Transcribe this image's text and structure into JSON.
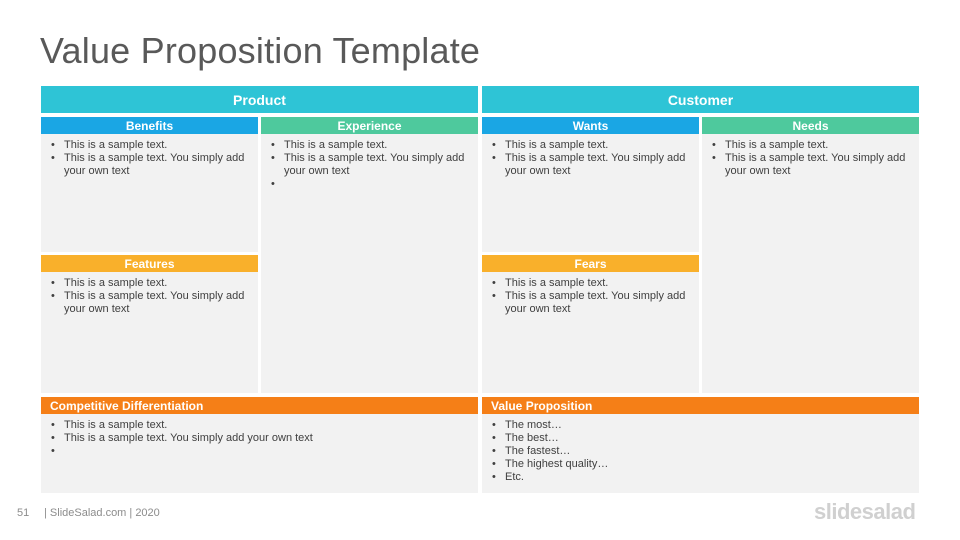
{
  "title": "Value Proposition Template",
  "colors": {
    "cyan": "#2ec4d6",
    "blue": "#1aa6e4",
    "green": "#4ec99d",
    "yellow": "#f9b02b",
    "orange": "#f57f17",
    "panel": "#f2f2f2"
  },
  "product": {
    "label": "Product",
    "benefits": {
      "label": "Benefits",
      "items": [
        "This is a sample text.",
        "This is a sample text. You simply add your own text"
      ]
    },
    "experience": {
      "label": "Experience",
      "items": [
        "This is a sample text.",
        "This is a sample text. You simply add your own text",
        ""
      ]
    },
    "features": {
      "label": "Features",
      "items": [
        "This is a sample text.",
        "This is a sample text. You simply add your own text"
      ]
    }
  },
  "customer": {
    "label": "Customer",
    "wants": {
      "label": "Wants",
      "items": [
        "This is a sample text.",
        "This is a sample text. You simply add your own text"
      ]
    },
    "needs": {
      "label": "Needs",
      "items": [
        "This is a sample text.",
        "This is a sample text. You simply add your own text"
      ]
    },
    "fears": {
      "label": "Fears",
      "items": [
        "This is a sample text.",
        "This is a sample text. You simply add your own text"
      ]
    }
  },
  "competitive": {
    "label": "Competitive Differentiation",
    "items": [
      "This is a sample text.",
      "This is a sample text. You simply add your own text",
      ""
    ]
  },
  "value_prop": {
    "label": "Value Proposition",
    "items": [
      "The most…",
      "The best…",
      "The fastest…",
      "The highest quality…",
      "Etc."
    ]
  },
  "footer": {
    "page_number": "51",
    "source": "| SlideSalad.com | 2020",
    "logo": "slidesalad"
  }
}
